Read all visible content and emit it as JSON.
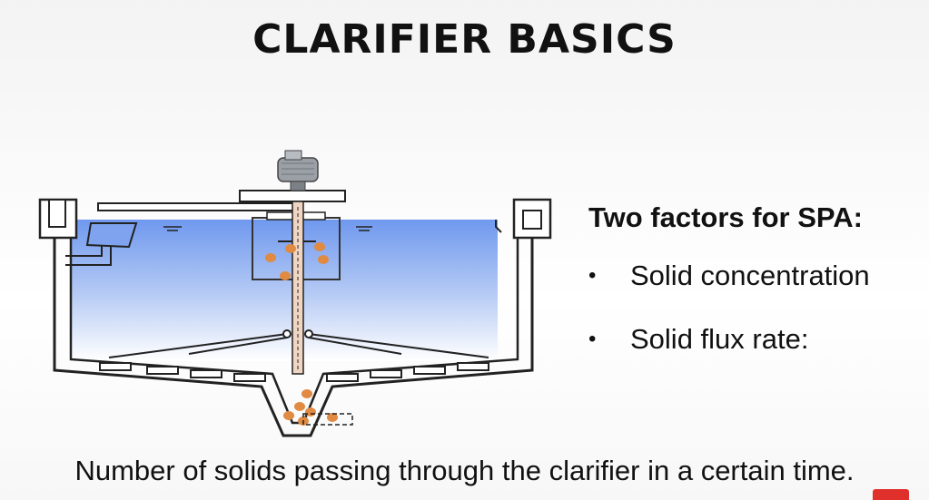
{
  "title": "CLARIFIER BASICS",
  "factors": {
    "heading": "Two factors for SPA:",
    "items": [
      {
        "bullet": "•",
        "label": "Solid concentration"
      },
      {
        "bullet": "•",
        "label": "Solid flux rate:"
      }
    ]
  },
  "caption": "Number of solids passing through the clarifier in a certain time.",
  "colors": {
    "water": "#7fa6f0",
    "solids": "#e08a42",
    "tank": "#222222"
  },
  "icons": {
    "motor": "motor-icon",
    "player_badge": "youtube-icon"
  }
}
